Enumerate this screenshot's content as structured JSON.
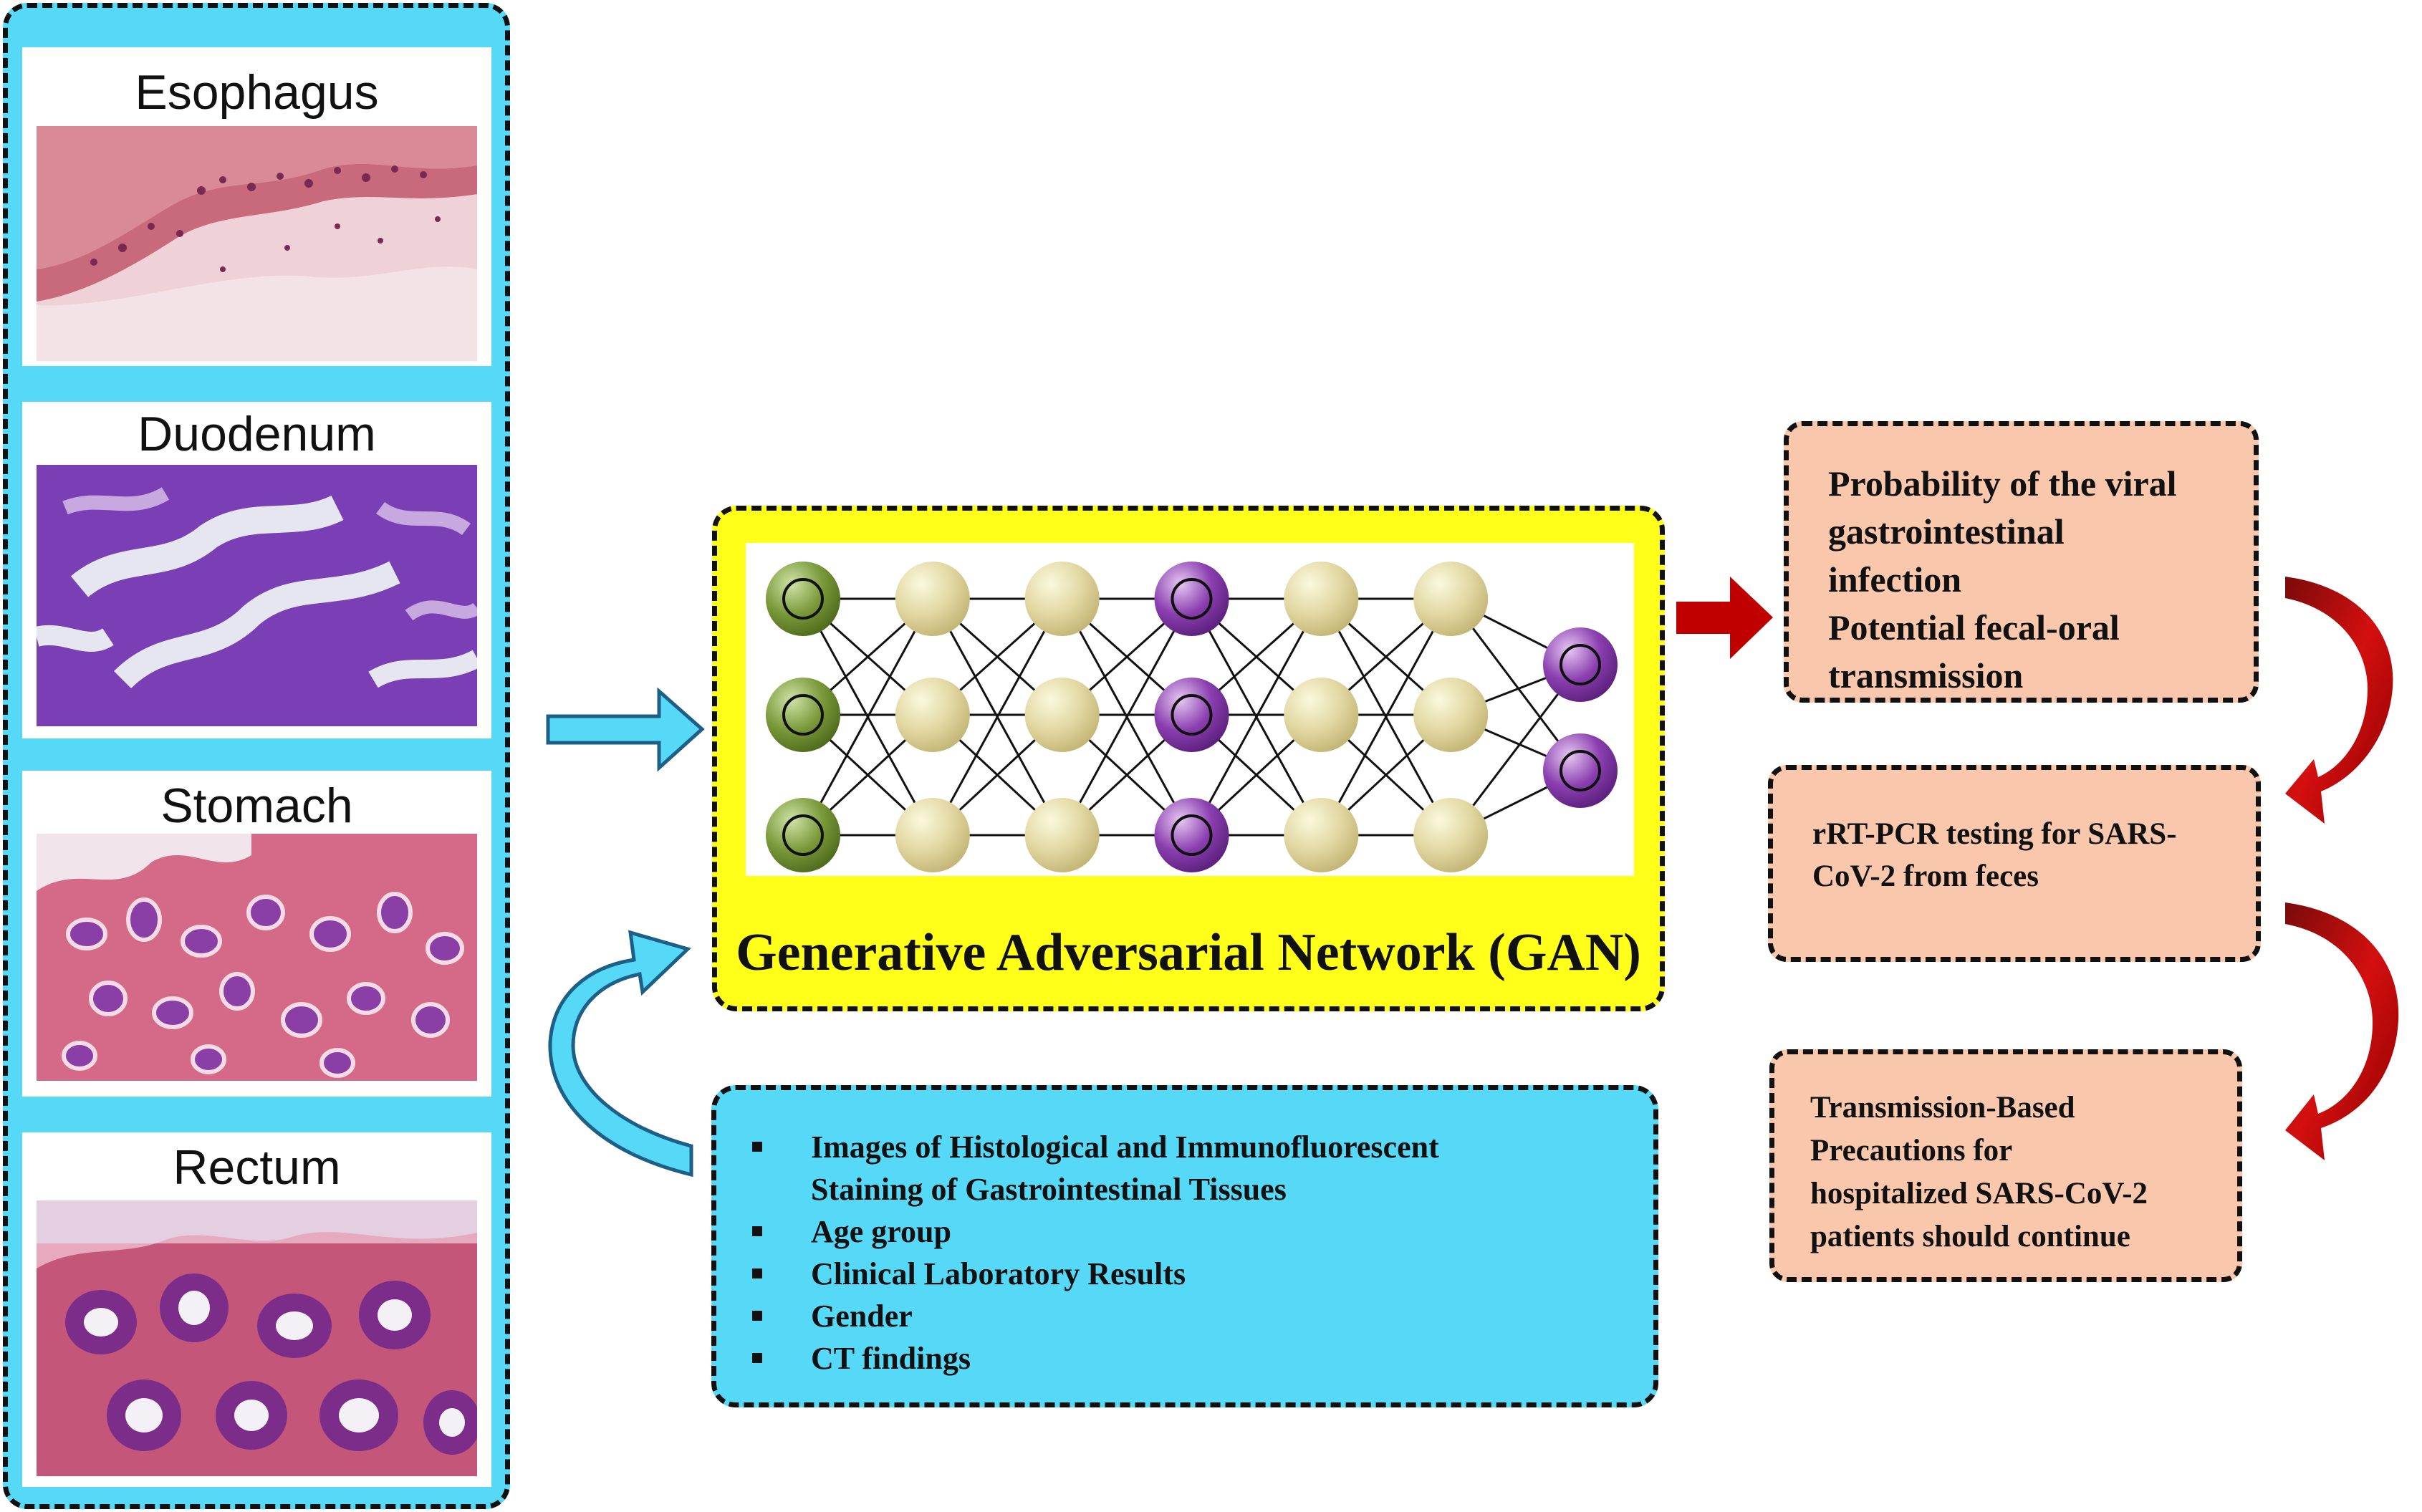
{
  "tissues": [
    {
      "label": "Esophagus"
    },
    {
      "label": "Duodenum"
    },
    {
      "label": "Stomach"
    },
    {
      "label": "Rectum"
    }
  ],
  "gan": {
    "title": "Generative Adversarial Network (GAN)",
    "layers": [
      {
        "nodes": 3,
        "color": "green"
      },
      {
        "nodes": 3,
        "color": "beige"
      },
      {
        "nodes": 3,
        "color": "beige"
      },
      {
        "nodes": 3,
        "color": "purple"
      },
      {
        "nodes": 3,
        "color": "beige"
      },
      {
        "nodes": 3,
        "color": "beige"
      },
      {
        "nodes": 2,
        "color": "purple"
      }
    ]
  },
  "inputs": {
    "items": [
      "Images of Histological and Immunofluorescent\nStaining of Gastrointestinal  Tissues",
      "Age group",
      "Clinical  Laboratory Results",
      "Gender",
      "CT findings"
    ]
  },
  "outputs": {
    "box1": "Probability of the viral\ngastrointestinal\ninfection\n Potential fecal-oral\ntransmission",
    "box2": "rRT-PCR testing for SARS-\nCoV-2 from feces",
    "box3": "Transmission-Based\nPrecautions for\nhospitalized  SARS-CoV-2\npatients should continue"
  },
  "colors": {
    "cyan_panel": "#56d8f7",
    "gan_yellow": "#ffff1a",
    "output_peach": "#f9c7ac",
    "arrow_red": "#c00000",
    "arrow_cyan": "#56d8f7"
  }
}
